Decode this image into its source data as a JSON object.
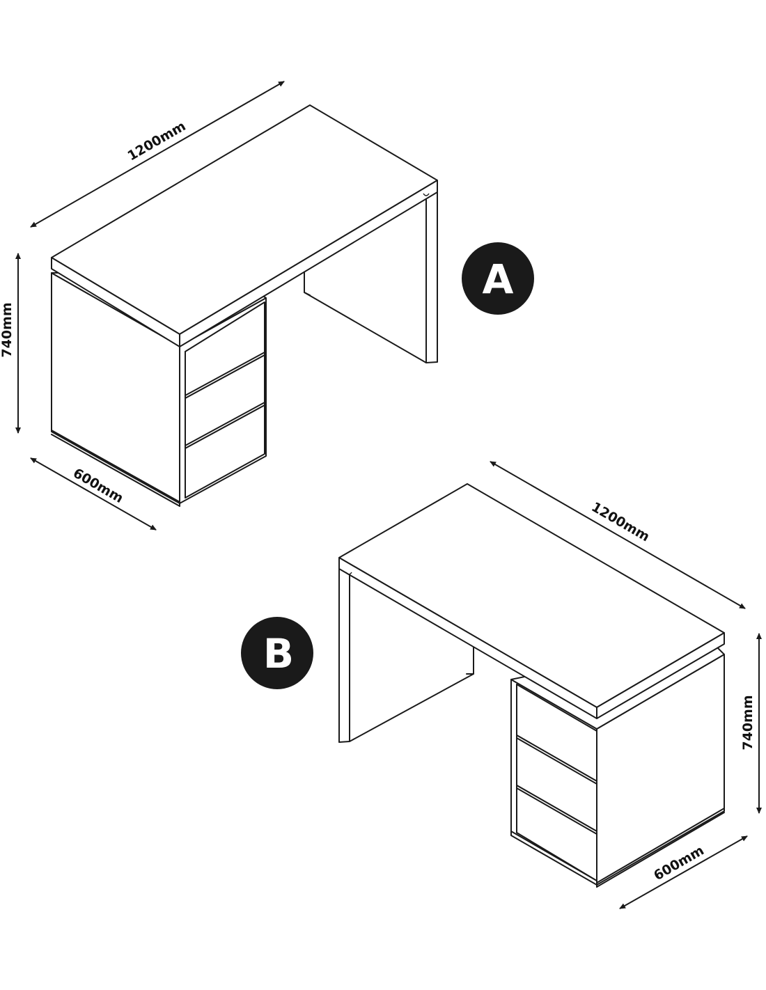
{
  "desk_a": {
    "label": "A",
    "width": "1200mm",
    "height": "740mm",
    "depth": "600mm"
  },
  "desk_b": {
    "label": "B",
    "width": "1200mm",
    "height": "740mm",
    "depth": "600mm"
  },
  "colors": {
    "line": "#1a1a1a",
    "badge": "#1a1a1a",
    "background": "#ffffff"
  }
}
